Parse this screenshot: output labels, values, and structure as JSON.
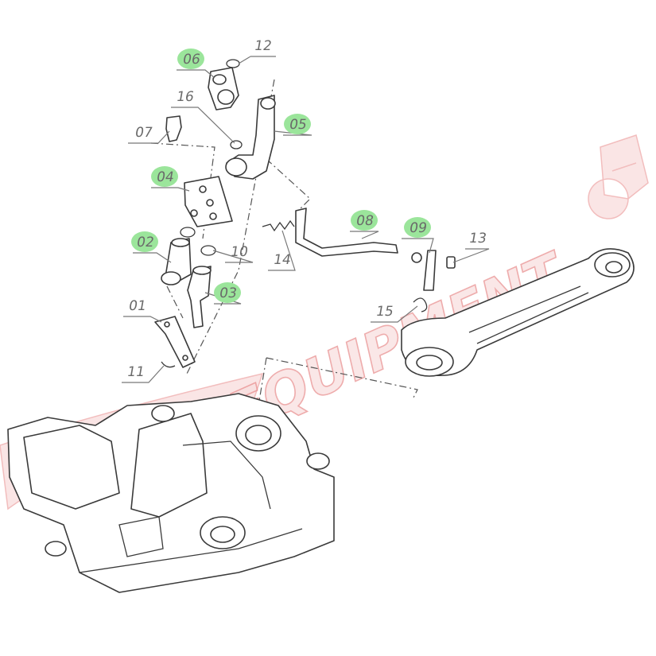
{
  "watermark": {
    "text": "EQUIPMENT",
    "color": "#e88a8a"
  },
  "highlight_color": "#9be59b",
  "labels": [
    {
      "id": "06",
      "highlighted": true
    },
    {
      "id": "12",
      "highlighted": false
    },
    {
      "id": "16",
      "highlighted": false
    },
    {
      "id": "05",
      "highlighted": true
    },
    {
      "id": "07",
      "highlighted": false
    },
    {
      "id": "04",
      "highlighted": true
    },
    {
      "id": "08",
      "highlighted": true
    },
    {
      "id": "09",
      "highlighted": true
    },
    {
      "id": "13",
      "highlighted": false
    },
    {
      "id": "02",
      "highlighted": true
    },
    {
      "id": "10",
      "highlighted": false
    },
    {
      "id": "14",
      "highlighted": false
    },
    {
      "id": "03",
      "highlighted": true
    },
    {
      "id": "15",
      "highlighted": false
    },
    {
      "id": "01",
      "highlighted": false
    },
    {
      "id": "11",
      "highlighted": false
    }
  ]
}
